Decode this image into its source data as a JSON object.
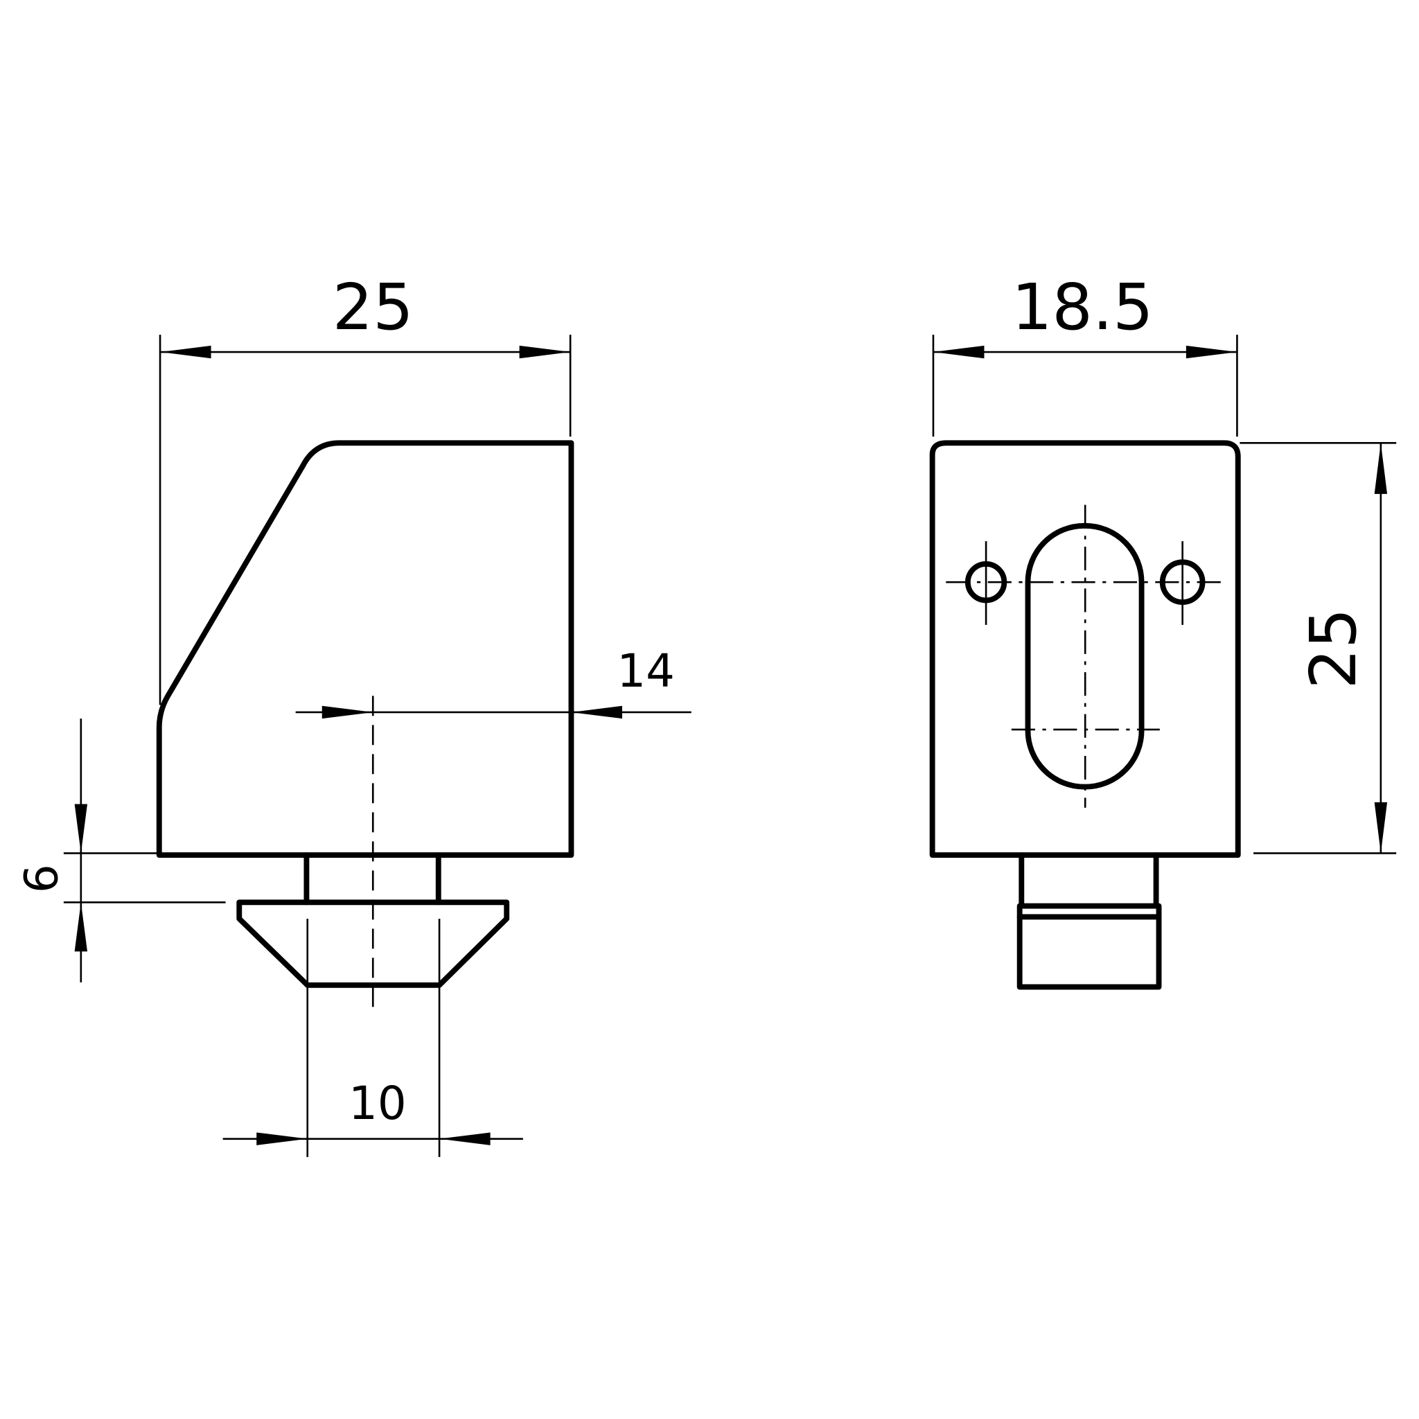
{
  "drawing": {
    "line_color": "#000000",
    "background": "#ffffff",
    "side_view": {
      "dimensions": {
        "overall_width": "25",
        "center_offset": "14",
        "neck_height": "6",
        "nut_width": "10"
      }
    },
    "front_view": {
      "dimensions": {
        "width": "18.5",
        "height": "25"
      }
    }
  }
}
